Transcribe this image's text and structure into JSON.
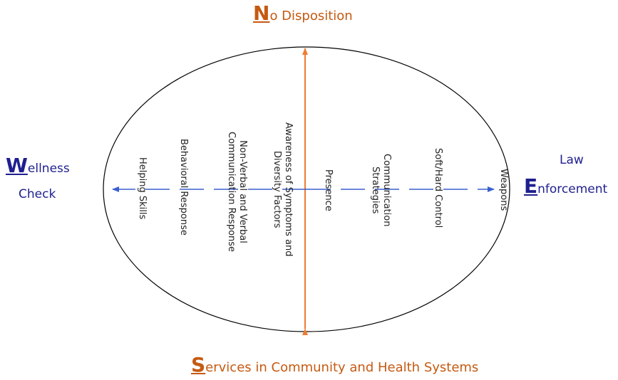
{
  "titles": {
    "top": {
      "initial": "N",
      "rest": "o Disposition"
    },
    "bottom": {
      "initial": "S",
      "rest": "ervices in Community and Health Systems"
    },
    "left": {
      "initial": "W",
      "rest": "ellness",
      "line2": "Check"
    },
    "right": {
      "line1": "Law",
      "initial": "E",
      "rest": "nforcement"
    }
  },
  "labels": [
    {
      "lines": [
        "Helping Skills"
      ]
    },
    {
      "lines": [
        "Behavioral Response"
      ]
    },
    {
      "lines": [
        "Non-Verbal and Verbal",
        "Communication Response"
      ]
    },
    {
      "lines": [
        "Awareness of Symptoms and",
        "Diversity Factors"
      ]
    },
    {
      "lines": [
        "Presence"
      ]
    },
    {
      "lines": [
        "Communication",
        "Strategies"
      ]
    },
    {
      "lines": [
        "Soft/Hard Control"
      ]
    },
    {
      "lines": [
        "Weapons"
      ]
    }
  ],
  "colors": {
    "orange": "#c55a11",
    "navy": "#1f1f8f",
    "horizontal_arrow": "#3a5fcd",
    "vertical_arrow": "#ed7d31"
  }
}
